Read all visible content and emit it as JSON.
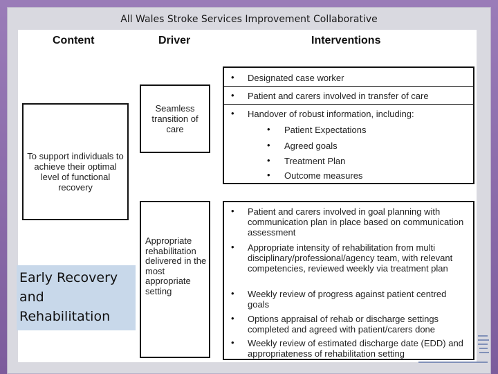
{
  "title": "All Wales Stroke Services Improvement Collaborative",
  "headers": {
    "content": "Content",
    "driver": "Driver",
    "interventions": "Interventions"
  },
  "content_box": "To support individuals to achieve their optimal level of functional recovery",
  "driver1": "Seamless transition of care",
  "driver2": "Appropriate rehabilitation delivered in the most appropriate setting",
  "list1": {
    "items": [
      "Designated case worker",
      "Patient and carers involved in transfer of care",
      "Handover of robust information, including:"
    ],
    "subitems": [
      "Patient Expectations",
      "Agreed goals",
      "Treatment Plan",
      "Outcome measures"
    ]
  },
  "list2": {
    "items": [
      "Patient and carers involved in goal planning with communication plan in place based on communication assessment",
      "Appropriate intensity of rehabilitation from multi disciplinary/professional/agency team, with relevant competencies, reviewed weekly via treatment plan",
      "Weekly review of progress against patient centred goals",
      "Options appraisal of rehab or discharge settings completed and agreed with patient/carers done",
      "Weekly review of estimated discharge date (EDD) and appropriateness of rehabilitation setting"
    ]
  },
  "label": "Early Recovery and Rehabilitation",
  "bullet_glyph": "•"
}
